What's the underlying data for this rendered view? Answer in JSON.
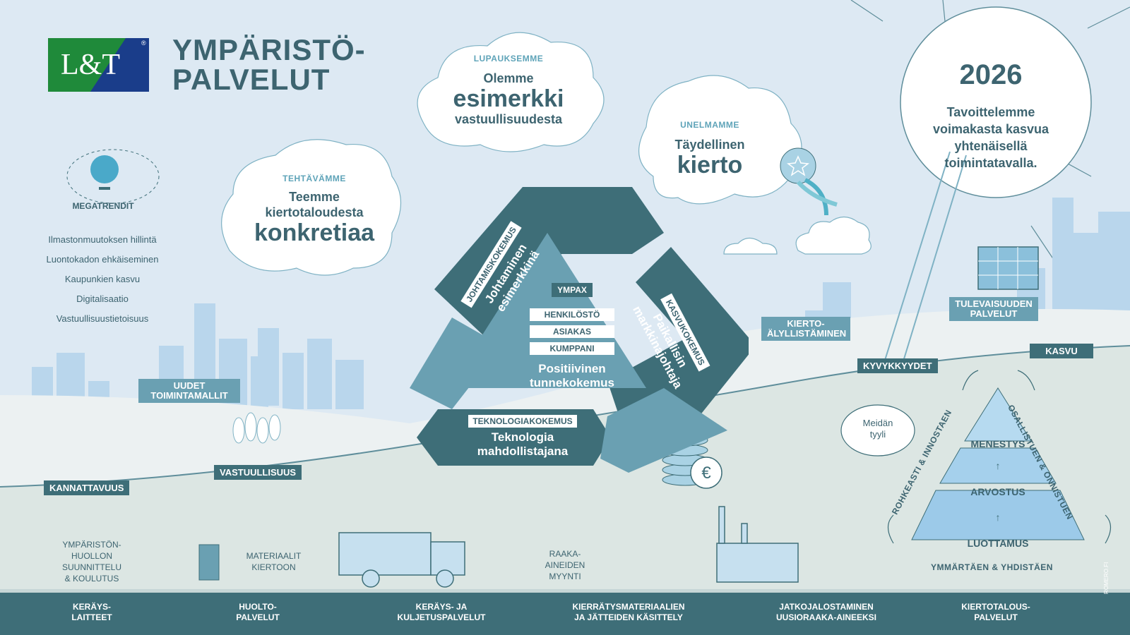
{
  "brand": {
    "logo_text": "L&T",
    "registered": "®",
    "green": "#1f8a3a",
    "blue": "#1a3d8a"
  },
  "title": {
    "line1": "YMPÄRISTÖ-",
    "line2": "PALVELUT"
  },
  "clouds": {
    "promise": {
      "caption": "LUPAUKSEMME",
      "line1": "Olemme",
      "big": "esimerkki",
      "line3": "vastuullisuudesta"
    },
    "dream": {
      "caption": "UNELMAMME",
      "line1": "Täydellinen",
      "big": "kierto"
    },
    "mission": {
      "caption": "TEHTÄVÄMME",
      "line1": "Teemme",
      "line2": "kiertotaloudesta",
      "big": "konkretiaa"
    }
  },
  "goal": {
    "year": "2026",
    "line1": "Tavoittelemme",
    "line2": "voimakasta kasvua",
    "line3": "yhtenäisellä",
    "line4": "toimintatavalla."
  },
  "megatrends": {
    "title": "MEGATRENDIT",
    "items": [
      "Ilmastonmuutoksen hillintä",
      "Luontokadon ehkäiseminen",
      "Kaupunkien kasvu",
      "Digitalisaatio",
      "Vastuullisuustietoisuus"
    ]
  },
  "cycle": {
    "leadership": {
      "tag": "JOHTAMISKOKEMUS",
      "line1": "Johtaminen",
      "line2": "esimerkkinä"
    },
    "growth": {
      "tag": "KASVUKOKEMUS",
      "line1": "Paikallisin",
      "line2": "markkinajohtaja"
    },
    "technology": {
      "tag": "TEKNOLOGIAKOKEMUS",
      "line1": "Teknologia",
      "line2": "mahdollistajana"
    },
    "center": {
      "tag": "YMPAX",
      "rows": [
        "HENKILÖSTÖ",
        "ASIAKAS",
        "KUMPPANI"
      ],
      "line1": "Positiivinen",
      "line2": "tunnekokemus"
    }
  },
  "labels": {
    "new_models": "UUDET TOIMINTAMALLIT",
    "profitability": "KANNATTAVUUS",
    "responsibility": "VASTUULLISUUS",
    "circular": "KIERTO-ÄLYLLISTÄMINEN",
    "capabilities": "KYVYKKYYDET",
    "future": "TULEVAISUUDEN PALVELUT",
    "growth": "KASVU"
  },
  "bubble": {
    "line1": "Meidän",
    "line2": "tyyli"
  },
  "pyramid": {
    "levels": [
      "MENESTYS",
      "ARVOSTUS",
      "LUOTTAMUS"
    ],
    "left": "ROHKEASTI & INNOSTAEN",
    "right": "OSALLISTUEN & ONNISTUEN",
    "bottom": "YMMÄRTÄEN & YHDISTÄEN",
    "colors": {
      "top": "#b6daf0",
      "mid": "#a5d0ec",
      "base": "#9ccae9"
    }
  },
  "ground_signs": {
    "planning": [
      "YMPÄRISTÖN-",
      "HUOLLON",
      "SUUNNITTELU",
      "& KOULUTUS"
    ],
    "materials": [
      "MATERIAALIT",
      "KIERTOON"
    ],
    "raw": [
      "RAAKA-",
      "AINEIDEN",
      "MYYNTI"
    ]
  },
  "footer": {
    "items": [
      [
        "KERÄYS-",
        "LAITTEET"
      ],
      [
        "HUOLTO-",
        "PALVELUT"
      ],
      [
        "KERÄYS- JA",
        "KULJETUSPALVELUT"
      ],
      [
        "KIERRÄTYSMATERIAALIEN",
        "JA JÄTTEIDEN KÄSITTELY"
      ],
      [
        "JATKOJALOSTAMINEN",
        "UUSIORAAKA-AINEEKSI"
      ],
      [
        "KIERTOTALOUS-",
        "PALVELUT"
      ]
    ],
    "credit": "ROMERO.FI"
  }
}
